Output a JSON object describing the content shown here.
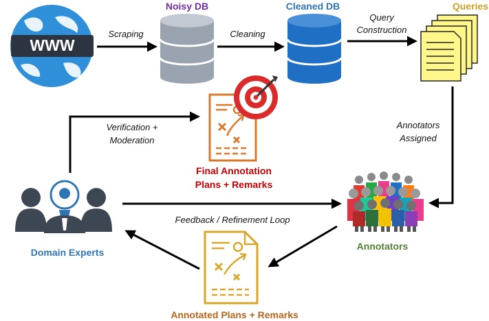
{
  "nodes": {
    "www": {
      "label": "WWW"
    },
    "noisy_db": {
      "label": "Noisy DB"
    },
    "cleaned_db": {
      "label": "Cleaned DB"
    },
    "queries": {
      "label": "Queries"
    },
    "final_plans": {
      "line1": "Final Annotation",
      "line2": "Plans + Remarks"
    },
    "annotators": {
      "label": "Annotators"
    },
    "domain_experts": {
      "label": "Domain Experts"
    },
    "annotated_plans": {
      "label": "Annotated Plans + Remarks"
    }
  },
  "edges": {
    "scraping": {
      "label": "Scraping"
    },
    "cleaning": {
      "label": "Cleaning"
    },
    "query_construction": {
      "line1": "Query",
      "line2": "Construction"
    },
    "annotators_assigned": {
      "line1": "Annotators",
      "line2": "Assigned"
    },
    "verification": {
      "line1": "Verification +",
      "line2": "Moderation"
    },
    "feedback": {
      "label": "Feedback / Refinement Loop"
    }
  },
  "colors": {
    "purple": "#7030a0",
    "blue": "#2e75b6",
    "gold": "#c9a227",
    "red": "#c00000",
    "green": "#548235",
    "db_gray": "#9aa3b0",
    "db_blue": "#1f6fc5",
    "globe": "#2f8fd8",
    "plan_orange": "#d9772b",
    "plan_gold": "#d6a72a",
    "expert": "#3d4754"
  }
}
